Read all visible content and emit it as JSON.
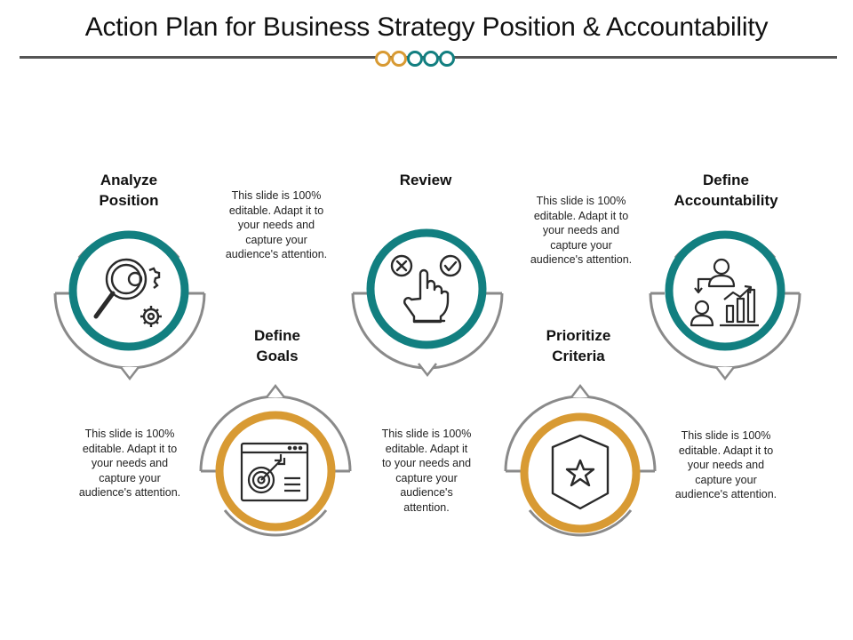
{
  "title": "Action Plan for Business Strategy Position & Accountability",
  "colors": {
    "teal": "#127f80",
    "orange": "#d89a33",
    "gray": "#8a8a8a",
    "dark": "#2a2a2a"
  },
  "steps": [
    {
      "title": "Analyze\nPosition",
      "description": "This slide is 100%\neditable. Adapt it to\nyour needs and\ncapture your\naudience's attention.",
      "icon": "magnifier-gears-icon",
      "ring_color": "teal"
    },
    {
      "title": "Define\nGoals",
      "description": "This slide is 100%\neditable. Adapt it to\nyour needs and\ncapture your\naudience's attention.",
      "icon": "target-browser-icon",
      "ring_color": "orange"
    },
    {
      "title": "Review",
      "description": "This slide is 100%\neditable. Adapt it to\nyour needs and\ncapture your\naudience's attention.",
      "icon": "hand-check-cross-icon",
      "ring_color": "teal"
    },
    {
      "title": "Prioritize\nCriteria",
      "description": "This slide is 100%\neditable. Adapt it\nto your needs and\ncapture your\naudience's\nattention.",
      "icon": "shield-star-icon",
      "ring_color": "orange"
    },
    {
      "title": "Define\nAccountability",
      "description": "This slide is 100%\neditable. Adapt it to\nyour needs and\ncapture your\naudience's attention.",
      "icon": "people-chart-icon",
      "ring_color": "teal"
    }
  ]
}
